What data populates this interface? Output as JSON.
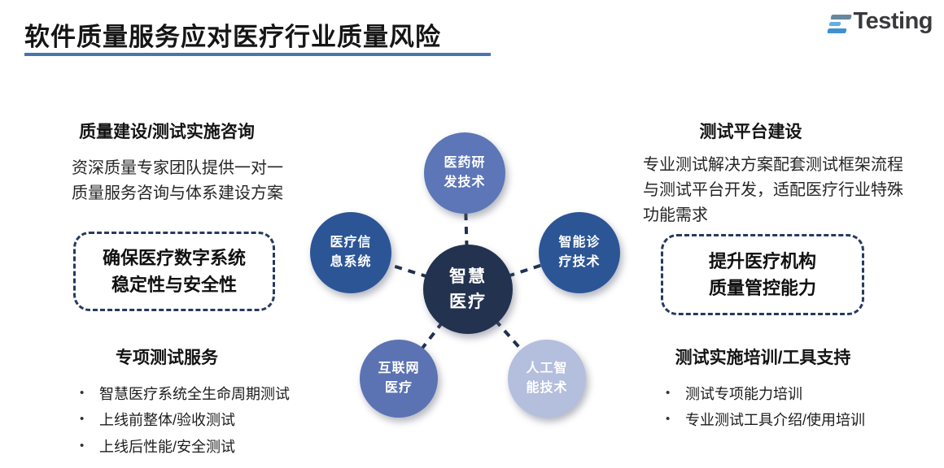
{
  "title": "软件质量服务应对医疗行业质量风险",
  "logo": {
    "mark": "E-bars",
    "text": "Testing"
  },
  "left": {
    "consulting": {
      "heading": "质量建设/测试实施咨询",
      "body": "资深质量专家团队提供一对一\n质量服务咨询与体系建设方案"
    },
    "callout": "确保医疗数字系统\n稳定性与安全性",
    "services": {
      "heading": "专项测试服务",
      "bullets": [
        "智慧医疗系统全生命周期测试",
        "上线前整体/验收测试",
        "上线后性能/安全测试"
      ]
    }
  },
  "right": {
    "platform": {
      "heading": "测试平台建设",
      "body": "专业测试解决方案配套测试框架流程\n与测试平台开发，适配医疗行业特殊\n功能需求"
    },
    "callout": "提升医疗机构\n质量管控能力",
    "training": {
      "heading": "测试实施培训/工具支持",
      "bullets": [
        "测试专项能力培训",
        "专业测试工具介绍/使用培训"
      ]
    }
  },
  "diagram": {
    "center": {
      "label": "智慧\n医疗",
      "color": "#22324f"
    },
    "nodes": [
      {
        "label": "医药研\n发技术",
        "color": "#5c76b7"
      },
      {
        "label": "智能诊\n疗技术",
        "color": "#2c5596"
      },
      {
        "label": "人工智\n能技术",
        "color": "#b4bedd"
      },
      {
        "label": "互联网\n医疗",
        "color": "#5b73b2"
      },
      {
        "label": "医疗信\n息系统",
        "color": "#2c5596"
      }
    ],
    "connector_color": "#1f3150"
  },
  "colors": {
    "title_underline": "#4a74b0",
    "callout_border": "#27395f",
    "logo_text": "#3a3a3c",
    "logo_blue": "#3d91d3"
  }
}
